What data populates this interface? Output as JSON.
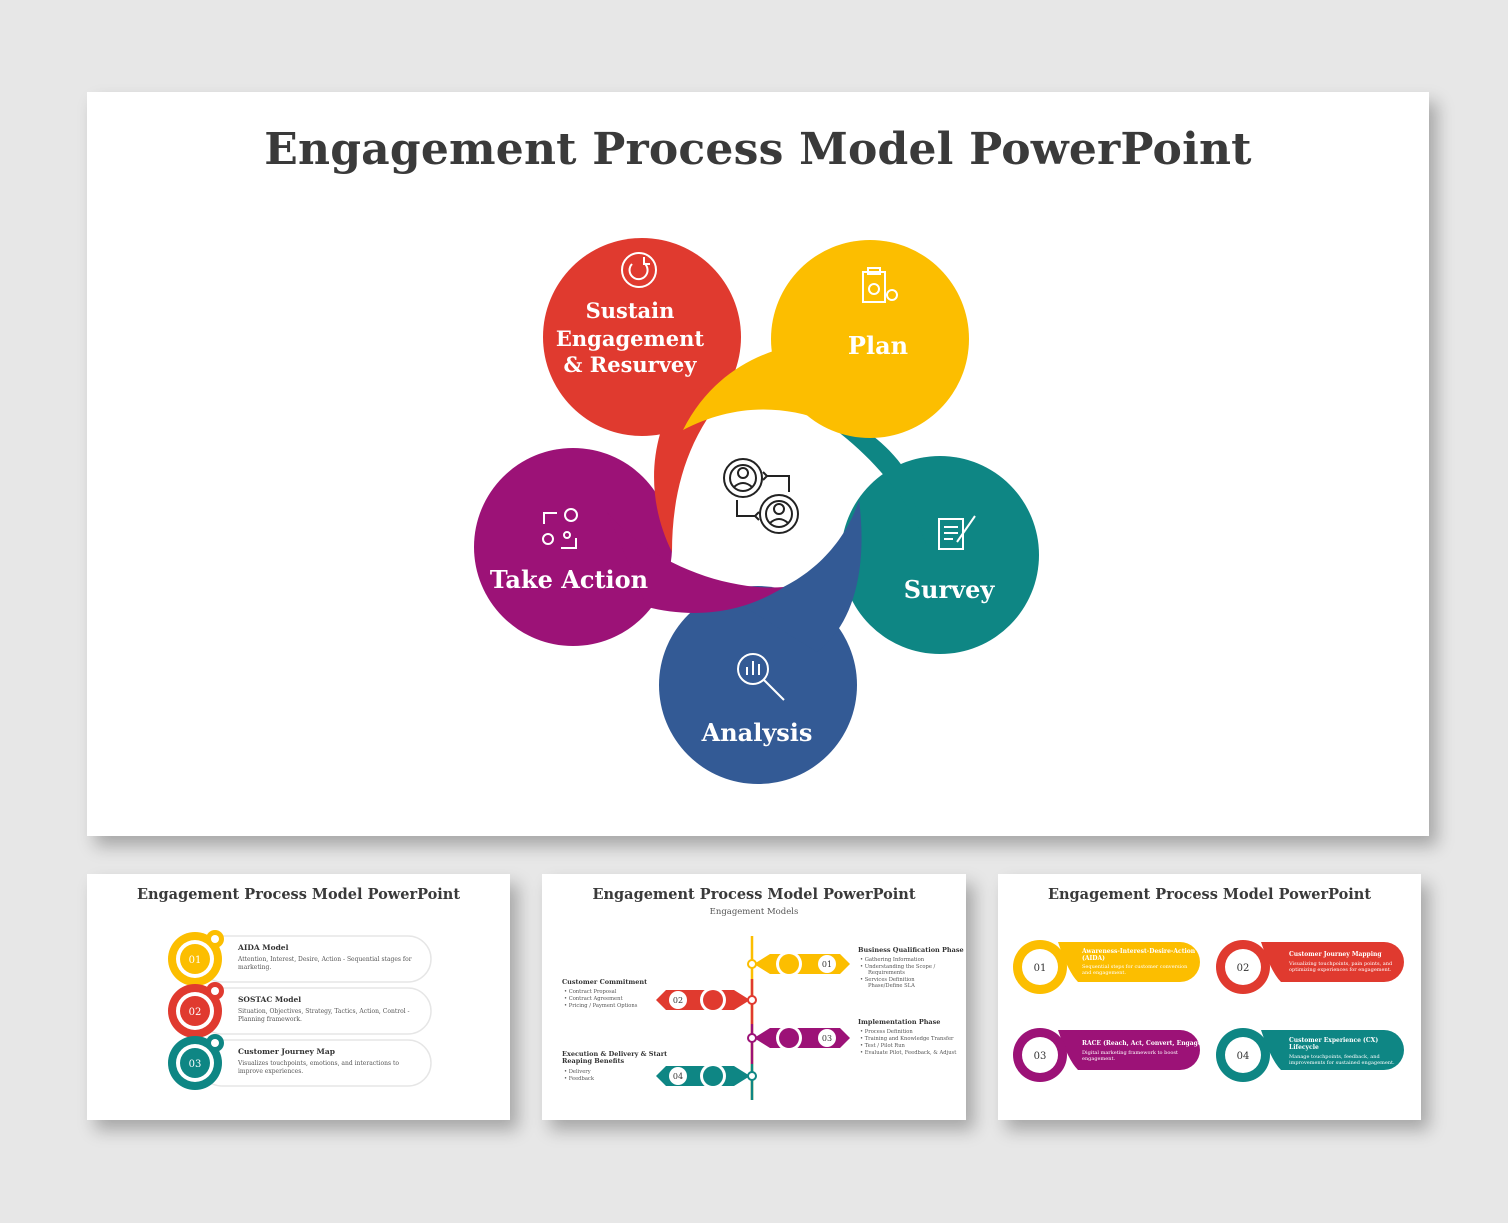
{
  "main": {
    "title": "Engagement Process Model PowerPoint",
    "petals": [
      {
        "lines": [
          "Sustain",
          "Engagement",
          "& Resurvey"
        ],
        "color": "#e03a2f",
        "icon": "refresh-icon"
      },
      {
        "lines": [
          "Plan"
        ],
        "color": "#fcbe00",
        "icon": "clipboard-gears-icon"
      },
      {
        "lines": [
          "Survey"
        ],
        "color": "#0e8684",
        "icon": "document-pen-icon"
      },
      {
        "lines": [
          "Analysis"
        ],
        "color": "#335a95",
        "icon": "magnifier-chart-icon"
      },
      {
        "lines": [
          "Take Action"
        ],
        "color": "#9c1277",
        "icon": "idea-gears-icon"
      }
    ],
    "center_icon": "user-exchange-icon"
  },
  "thumb1": {
    "title": "Engagement Process Model PowerPoint",
    "items": [
      {
        "num": "01",
        "title": "AIDA Model",
        "desc1": "Attention, Interest, Desire, Action - Sequential stages for",
        "desc2": "marketing.",
        "color": "#fcbe00"
      },
      {
        "num": "02",
        "title": "SOSTAC Model",
        "desc1": "Situation, Objectives, Strategy, Tactics, Action, Control -",
        "desc2": "Planning framework.",
        "color": "#e03a2f"
      },
      {
        "num": "03",
        "title": "Customer Journey Map",
        "desc1": "Visualizes touchpoints, emotions, and interactions to",
        "desc2": "improve experiences.",
        "color": "#0e8684"
      }
    ]
  },
  "thumb2": {
    "title": "Engagement Process Model PowerPoint",
    "subtitle": "Engagement Models",
    "steps": [
      {
        "num": "01",
        "title": "Business Qualification Phase",
        "bullets": [
          "Gathering Information",
          "Understanding the Scope /",
          "Requirements",
          "Services Definition",
          "Phase/Define SLA"
        ],
        "color": "#fcbe00"
      },
      {
        "num": "02",
        "title": "Customer Commitment",
        "bullets": [
          "Contract Proposal",
          "Contract Agreement",
          "Pricing / Payment Options"
        ],
        "color": "#e03a2f"
      },
      {
        "num": "03",
        "title": "Implementation Phase",
        "bullets": [
          "Process Definition",
          "Training and Knowledge Transfer",
          "Test / Pilot Run",
          "Evaluate Pilot, Feedback, & Adjust"
        ],
        "color": "#9c1277"
      },
      {
        "num": "04",
        "title": "Execution & Delivery & Start",
        "title2": "Reaping Benefits",
        "bullets": [
          "Delivery",
          "Feedback"
        ],
        "color": "#0e8684"
      }
    ]
  },
  "thumb3": {
    "title": "Engagement Process Model PowerPoint",
    "items": [
      {
        "num": "01",
        "title": "Awareness-Interest-Desire-Action",
        "title2": "(AIDA)",
        "desc1": "Sequential steps for customer conversion",
        "desc2": "and engagement.",
        "color": "#fcbe00"
      },
      {
        "num": "02",
        "title": "Customer Journey Mapping",
        "title2": "",
        "desc1": "Visualizing touchpoints, pain points, and",
        "desc2": "optimizing experiences for engagement.",
        "color": "#e03a2f"
      },
      {
        "num": "03",
        "title": "RACE (Reach, Act, Convert, Engage)",
        "title2": "",
        "desc1": "Digital marketing framework to boost",
        "desc2": "engagement.",
        "color": "#9c1277"
      },
      {
        "num": "04",
        "title": "Customer Experience (CX)",
        "title2": "Lifecycle",
        "desc1": "Manage touchpoints, feedback, and",
        "desc2": "improvements for sustained engagement.",
        "color": "#0e8684"
      }
    ]
  }
}
